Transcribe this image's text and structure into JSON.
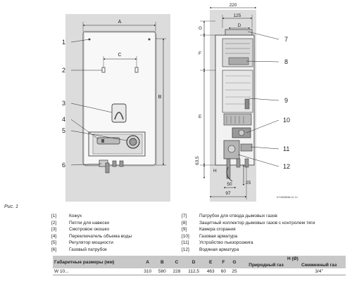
{
  "diagram": {
    "callouts_left": [
      "1",
      "2",
      "3",
      "4",
      "5",
      "6"
    ],
    "callouts_right": [
      "7",
      "8",
      "9",
      "10",
      "11",
      "12"
    ],
    "front_dims": {
      "A": "A",
      "B": "B",
      "C": "C"
    },
    "side_dims": {
      "w220": "220",
      "w125": "125",
      "D": "D",
      "G": "G",
      "F": "F",
      "E": "E",
      "H": "H",
      "h635": "63,5",
      "h50": "50",
      "h25": "25",
      "w97": "97"
    },
    "image_code": "6720608066-01.1V"
  },
  "figure_caption": "Рис. 1",
  "legend_left": [
    {
      "num": "[1]",
      "text": "Кожух"
    },
    {
      "num": "[2]",
      "text": "Петли для навески"
    },
    {
      "num": "[3]",
      "text": "Смотровое окошко"
    },
    {
      "num": "[4]",
      "text": "Переключатель объема воды"
    },
    {
      "num": "[5]",
      "text": "Регулятор мощности"
    },
    {
      "num": "[6]",
      "text": "Газовый патрубок"
    }
  ],
  "legend_right": [
    {
      "num": "[7]",
      "text": "Патрубок для отвода дымовых газов"
    },
    {
      "num": "[8]",
      "text": "Защитный коллектор дымовых газов с контролем тяги"
    },
    {
      "num": "[9]",
      "text": "Камера сгорания"
    },
    {
      "num": "[10]",
      "text": "Газовая арматура"
    },
    {
      "num": "[11]",
      "text": "Устройство пьезорозжига"
    },
    {
      "num": "[12]",
      "text": "Водяная арматура"
    }
  ],
  "table": {
    "header_model": "Габаритные размеры (мм)",
    "cols": [
      "A",
      "B",
      "C",
      "D",
      "E",
      "F",
      "G"
    ],
    "h_header": "H (Ø)",
    "h_sub": [
      "Природный газ",
      "Сжиженный газ"
    ],
    "row": {
      "model": "W 10...",
      "values": [
        "310",
        "580",
        "228",
        "112,5",
        "463",
        "60",
        "25"
      ],
      "h_values": [
        "",
        "3/4\""
      ]
    }
  }
}
